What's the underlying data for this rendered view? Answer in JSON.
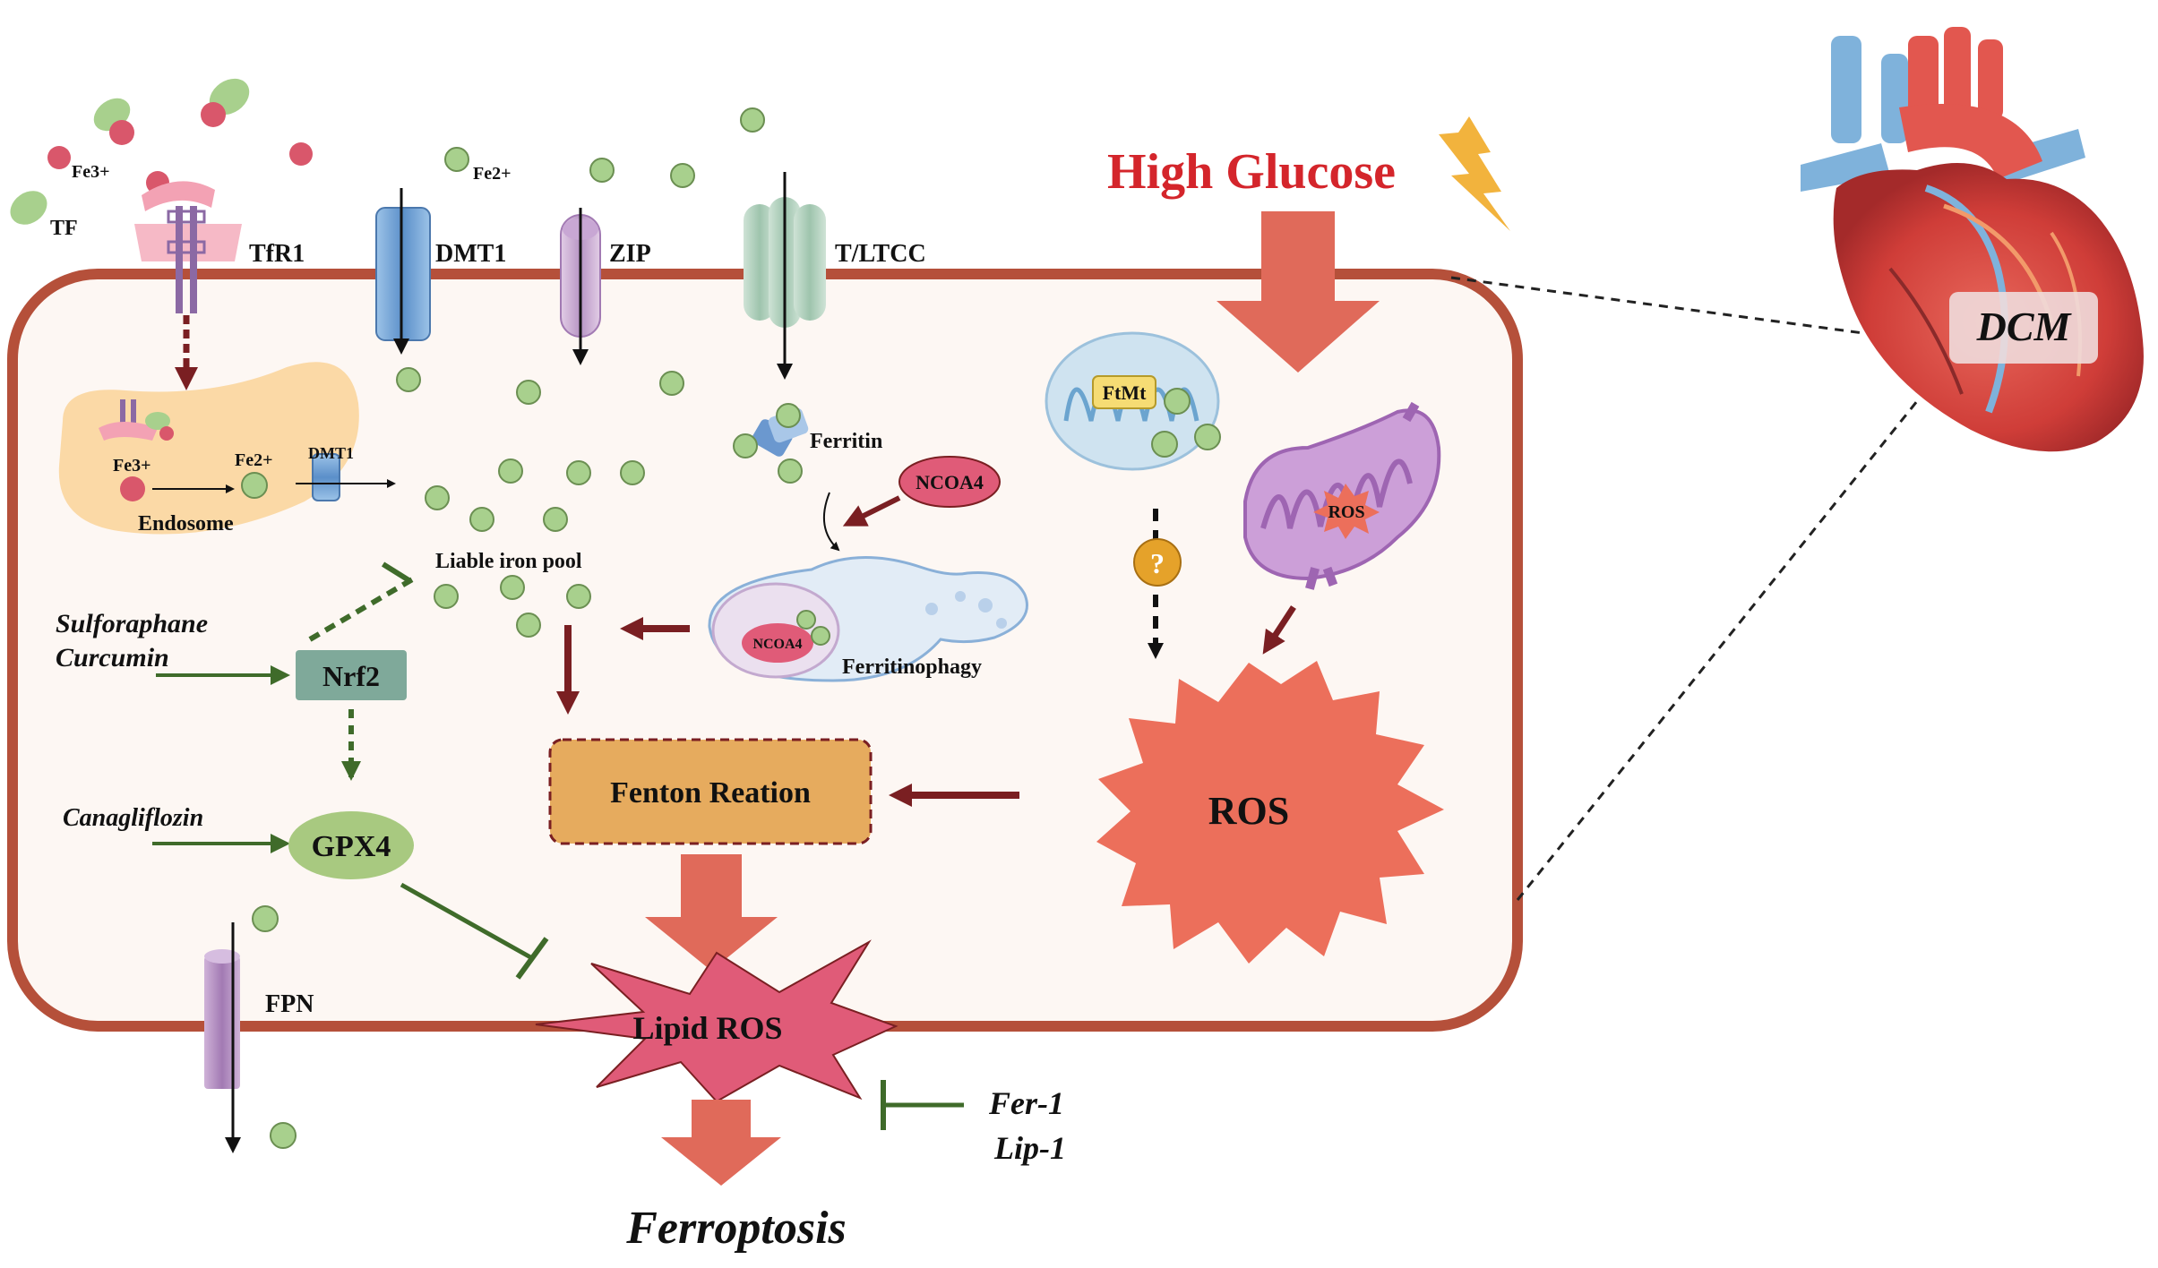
{
  "extracellular": {
    "fe3_label": "Fe3+",
    "tf_label": "TF",
    "fe2_label": "Fe2+"
  },
  "transporters": {
    "tfr1": "TfR1",
    "dmt1": "DMT1",
    "zip": "ZIP",
    "tlcc": "T/LTCC",
    "fpn": "FPN"
  },
  "endosome": {
    "label": "Endosome",
    "fe3": "Fe3+",
    "fe2": "Fe2+",
    "dmt1": "DMT1"
  },
  "iron_pool": {
    "label": "Liable iron pool"
  },
  "ferritin": {
    "label": "Ferritin",
    "ncoa4": "NCOA4",
    "ferritinophagy": "Ferritinophagy",
    "ncoa4_inner": "NCOA4"
  },
  "mitochondria": {
    "ftmt": "FtMt",
    "question": "?",
    "ros_inner": "ROS"
  },
  "trigger": {
    "label": "High Glucose"
  },
  "ros": {
    "label": "ROS"
  },
  "fenton": {
    "label": "Fenton Reation"
  },
  "lipid_ros": {
    "label": "Lipid ROS"
  },
  "ferroptosis": {
    "label": "Ferroptosis"
  },
  "nrf2": {
    "label": "Nrf2",
    "activator1": "Sulforaphane",
    "activator2": "Curcumin"
  },
  "gpx4": {
    "label": "GPX4",
    "activator": "Canagliflozin"
  },
  "inhibitors": {
    "fer1": "Fer-1",
    "lip1": "Lip-1"
  },
  "heart": {
    "label": "DCM"
  },
  "colors": {
    "cell_membrane": "#b5503a",
    "cell_fill": "#fdf7f3",
    "iron_green": "#a8d08d",
    "iron_red": "#d9576b",
    "dark_red_arrow": "#7a1f22",
    "salmon_arrow": "#e06a5a",
    "inhibit_green": "#3f6b2a",
    "high_glucose": "#d4252b",
    "fenton_fill": "#e6ab5e",
    "lipid_ros_fill": "#e05b78",
    "ros_fill": "#ec6f5b",
    "nrf2_fill": "#7fa99a",
    "gpx4_fill": "#a8c980"
  }
}
